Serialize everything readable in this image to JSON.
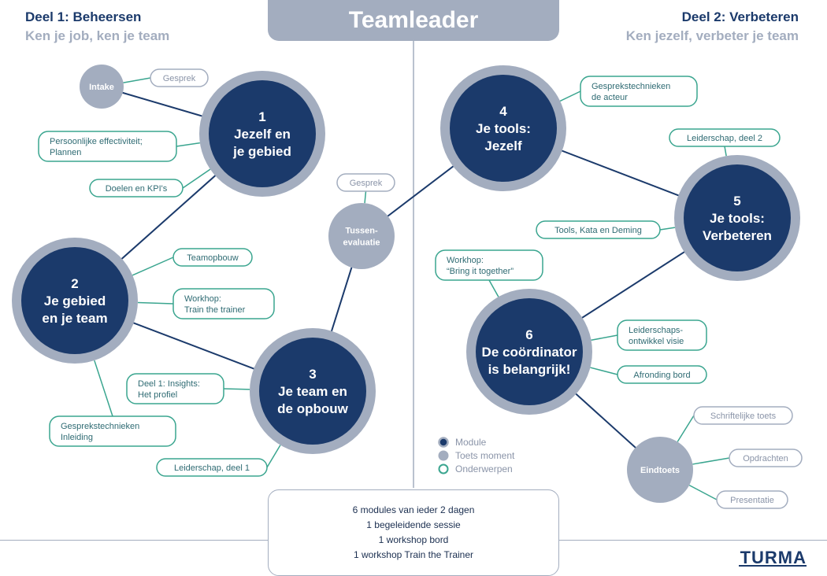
{
  "header": {
    "title": "Teamleader",
    "part1_title": "Deel 1: Beheersen",
    "part1_subtitle": "Ken je job, ken je team",
    "part2_title": "Deel 2: Verbeteren",
    "part2_subtitle": "Ken jezelf, verbeter je team"
  },
  "colors": {
    "module_fill": "#1b3a6b",
    "module_ring": "#a3adbf",
    "test_fill": "#a3adbf",
    "topic_border": "#3aa58f",
    "topic_text": "#2f6b73",
    "divider": "#a3adbf"
  },
  "modules": [
    {
      "id": "m1",
      "lines": [
        "1",
        "Jezelf en",
        "je gebied"
      ]
    },
    {
      "id": "m2",
      "lines": [
        "2",
        "Je gebied",
        "en je team"
      ]
    },
    {
      "id": "m3",
      "lines": [
        "3",
        "Je team en",
        "de opbouw"
      ]
    },
    {
      "id": "m4",
      "lines": [
        "4",
        "Je tools:",
        "Jezelf"
      ]
    },
    {
      "id": "m5",
      "lines": [
        "5",
        "Je tools:",
        "Verbeteren"
      ]
    },
    {
      "id": "m6",
      "lines": [
        "6",
        "De coördinator",
        "is belangrijk!"
      ]
    }
  ],
  "tests": [
    {
      "id": "intake",
      "lines": [
        "Intake"
      ]
    },
    {
      "id": "tussen",
      "lines": [
        "Tussen-",
        "evaluatie"
      ]
    },
    {
      "id": "eind",
      "lines": [
        "Eindtoets"
      ]
    }
  ],
  "topics": [
    {
      "id": "t-gesprek-1",
      "owner": "intake",
      "lines": [
        "Gesprek"
      ]
    },
    {
      "id": "t-pers",
      "owner": "m1",
      "lines": [
        "Persoonlijke effectiviteit;",
        "Plannen"
      ]
    },
    {
      "id": "t-doelen",
      "owner": "m1",
      "lines": [
        "Doelen en KPI's"
      ]
    },
    {
      "id": "t-teamopbouw",
      "owner": "m2",
      "lines": [
        "Teamopbouw"
      ]
    },
    {
      "id": "t-workshop-trainer",
      "owner": "m2",
      "lines": [
        "Workhop:",
        "Train the trainer"
      ]
    },
    {
      "id": "t-gesprekstech-inl",
      "owner": "m2",
      "lines": [
        "Gesprekstechnieken",
        "Inleiding"
      ]
    },
    {
      "id": "t-insights",
      "owner": "m3",
      "lines": [
        "Deel 1: Insights:",
        "Het profiel"
      ]
    },
    {
      "id": "t-leider1",
      "owner": "m3",
      "lines": [
        "Leiderschap, deel 1"
      ]
    },
    {
      "id": "t-gesprek-2",
      "owner": "tussen",
      "lines": [
        "Gesprek"
      ]
    },
    {
      "id": "t-gesprekstech-act",
      "owner": "m4",
      "lines": [
        "Gesprekstechnieken",
        "de acteur"
      ]
    },
    {
      "id": "t-leider2",
      "owner": "m5",
      "lines": [
        "Leiderschap, deel 2"
      ]
    },
    {
      "id": "t-tools-kata",
      "owner": "m5",
      "lines": [
        "Tools, Kata en Deming"
      ]
    },
    {
      "id": "t-workshop-bring",
      "owner": "m6",
      "lines": [
        "Workhop:",
        "“Bring it together”"
      ]
    },
    {
      "id": "t-visie",
      "owner": "m6",
      "lines": [
        "Leiderschaps-",
        "ontwikkel visie"
      ]
    },
    {
      "id": "t-afronding",
      "owner": "m6",
      "lines": [
        "Afronding bord"
      ]
    },
    {
      "id": "t-schriftelijk",
      "owner": "eind",
      "lines": [
        "Schriftelijke toets"
      ]
    },
    {
      "id": "t-opdrachten",
      "owner": "eind",
      "lines": [
        "Opdrachten"
      ]
    },
    {
      "id": "t-presentatie",
      "owner": "eind",
      "lines": [
        "Presentatie"
      ]
    }
  ],
  "legend": {
    "module": "Module",
    "test": "Toets moment",
    "topic": "Onderwerpen"
  },
  "summary": [
    "6 modules van ieder 2 dagen",
    "1 begeleidende sessie",
    "1 workshop bord",
    "1 workshop Train the Trainer"
  ],
  "brand": "TURMA"
}
